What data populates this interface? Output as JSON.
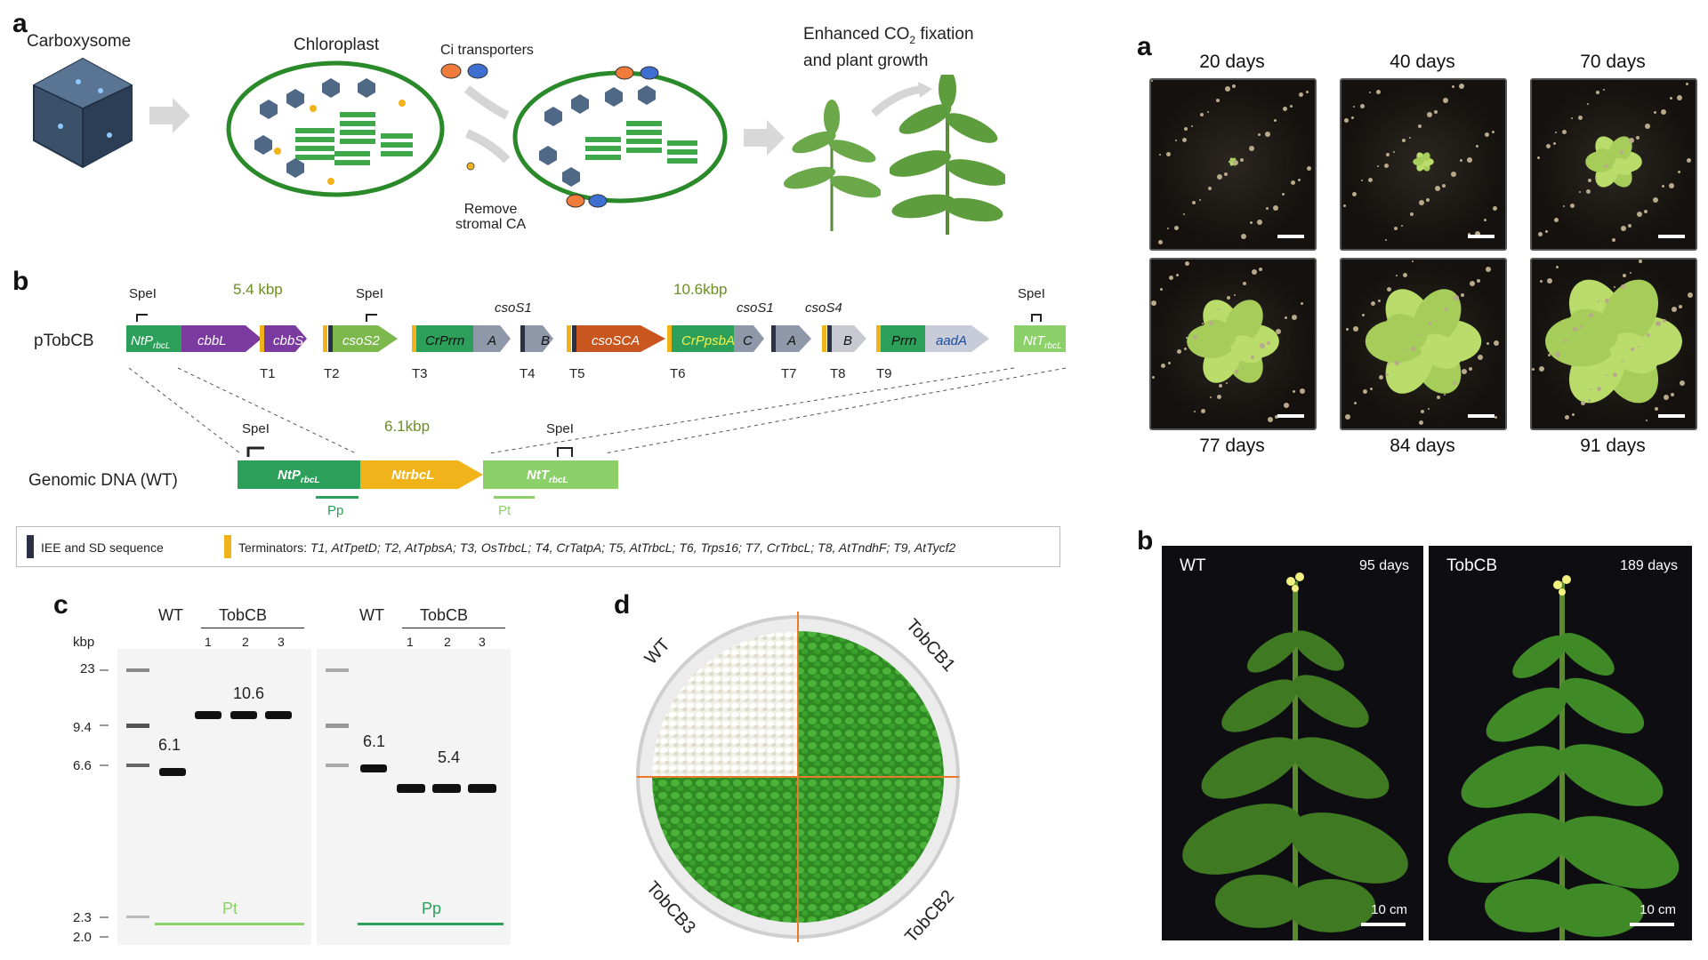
{
  "left": {
    "panel_a": {
      "label": "a",
      "carboxysome": "Carboxysome",
      "chloroplast": "Chloroplast",
      "ci_transporters": "Ci transporters",
      "remove_line1": "Remove",
      "remove_line2": "stromal CA",
      "enhanced_line1": "Enhanced CO",
      "enhanced_sub": "2",
      "enhanced_line1b": " fixation",
      "enhanced_line2": "and plant growth"
    },
    "panel_b": {
      "label": "b",
      "construct_name": "pTobCB",
      "size_left": "5.4 kbp",
      "size_right": "10.6kbp",
      "size_wt": "6.1kbp",
      "spel": "SpeI",
      "genes": [
        "NtP",
        "cbbL",
        "cbbS",
        "csoS2",
        "CrPrrn",
        "A",
        "B",
        "csoSCA",
        "CrPpsbA",
        "C",
        "A",
        "B",
        "Prrn",
        "aadA",
        "NtT"
      ],
      "gene_sub": "rbcL",
      "csoS1": "csoS1",
      "csoS4": "csoS4",
      "terminators": [
        "T1",
        "T2",
        "T3",
        "T4",
        "T5",
        "T6",
        "T7",
        "T8",
        "T9"
      ],
      "genomic_label": "Genomic DNA (WT)",
      "wt_genes": [
        "NtP",
        "NtrbcL",
        "NtT"
      ],
      "probe_pp": "Pp",
      "probe_pt": "Pt",
      "legend_iee": "IEE and SD sequence",
      "legend_term_prefix": "Terminators: ",
      "legend_terms": "T1, AtTpetD; T2, AtTpbsA; T3, OsTrbcL; T4, CrTatpA; T5, AtTrbcL; T6, Trps16; T7, CrTrbcL; T8, AtTndhF; T9, AtTycf2"
    },
    "panel_c": {
      "label": "c",
      "unit": "kbp",
      "markers": [
        "23",
        "9.4",
        "6.6",
        "2.3",
        "2.0"
      ],
      "wt": "WT",
      "tobcb": "TobCB",
      "lanes": [
        "1",
        "2",
        "3"
      ],
      "band_wt": "6.1",
      "band_left": "10.6",
      "band_right": "5.4",
      "probe_left": "Pt",
      "probe_right": "Pp"
    },
    "panel_d": {
      "label": "d",
      "wt": "WT",
      "cb1": "TobCB1",
      "cb2": "TobCB2",
      "cb3": "TobCB3"
    }
  },
  "right": {
    "panel_a": {
      "label": "a",
      "days_top": [
        "20 days",
        "40 days",
        "70 days"
      ],
      "days_bottom": [
        "77 days",
        "84 days",
        "91 days"
      ],
      "plant_scale": [
        0.06,
        0.14,
        0.38,
        0.62,
        0.78,
        0.92
      ]
    },
    "panel_b": {
      "label": "b",
      "left_name": "WT",
      "left_days": "95 days",
      "right_name": "TobCB",
      "right_days": "189 days",
      "scale": "10 cm"
    }
  },
  "colors": {
    "leaf_green": "#3f9d3a",
    "purple": "#7b3aa0",
    "orange": "#f0b41a",
    "brown": "#c8561e",
    "gray_arrow": "#8f98a8",
    "light_green": "#8cd06a",
    "promoter_green": "#2ca05a"
  }
}
